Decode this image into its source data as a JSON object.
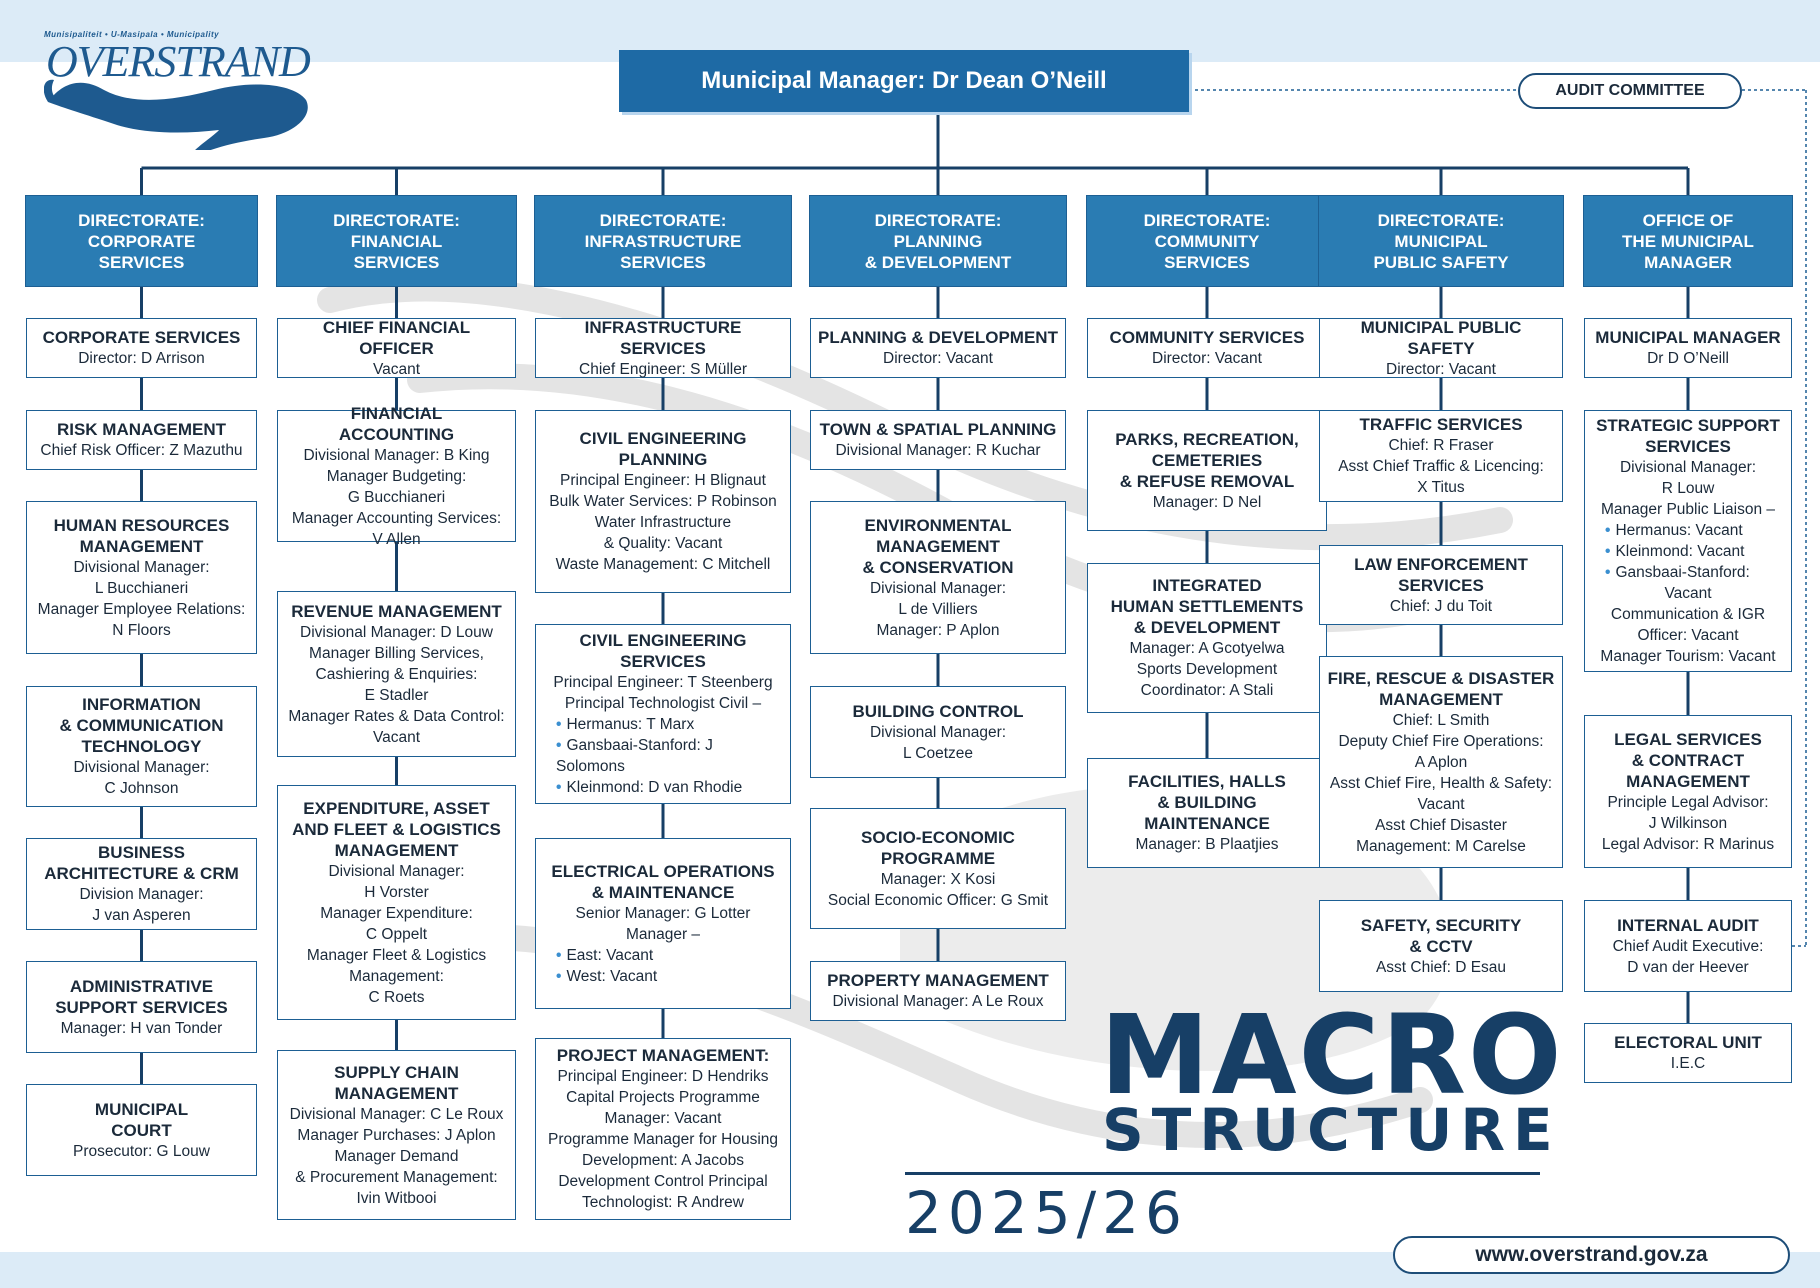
{
  "logo": {
    "tagline": "Munisipaliteit • U-Masipala • Municipality",
    "name": "OVERSTRAND"
  },
  "municipal_manager": "Municipal Manager: Dr Dean O’Neill",
  "audit_committee": "AUDIT COMMITTEE",
  "website": "www.overstrand.gov.za",
  "title": {
    "line1": "MACRO",
    "line2": "STRUCTURE",
    "year": "2025/26"
  },
  "colors": {
    "primary": "#2a7cb3",
    "dark": "#1e6aa5",
    "border": "#1d5f93",
    "title": "#173f66",
    "background_band": "#dcebf7"
  },
  "columns": [
    {
      "header": [
        "DIRECTORATE:",
        "CORPORATE",
        "SERVICES"
      ],
      "boxes": [
        {
          "title": [
            "CORPORATE SERVICES"
          ],
          "lines": [
            "Director: D Arrison"
          ]
        },
        {
          "title": [
            "RISK MANAGEMENT"
          ],
          "lines": [
            "Chief Risk Officer: Z Mazuthu"
          ]
        },
        {
          "title": [
            "HUMAN RESOURCES",
            "MANAGEMENT"
          ],
          "lines": [
            "Divisional Manager:",
            "L Bucchianeri",
            "Manager Employee Relations:",
            "N Floors"
          ]
        },
        {
          "title": [
            "INFORMATION",
            "& COMMUNICATION",
            "TECHNOLOGY"
          ],
          "lines": [
            "Divisional Manager:",
            "C Johnson"
          ]
        },
        {
          "title": [
            "BUSINESS",
            "ARCHITECTURE & CRM"
          ],
          "lines": [
            "Division Manager:",
            "J van Asperen"
          ]
        },
        {
          "title": [
            "ADMINISTRATIVE",
            "SUPPORT SERVICES"
          ],
          "lines": [
            "Manager: H van Tonder"
          ]
        },
        {
          "title": [
            "MUNICIPAL",
            "COURT"
          ],
          "lines": [
            "Prosecutor: G Louw"
          ]
        }
      ]
    },
    {
      "header": [
        "DIRECTORATE:",
        "FINANCIAL",
        "SERVICES"
      ],
      "boxes": [
        {
          "title": [
            "CHIEF FINANCIAL OFFICER"
          ],
          "lines": [
            "Vacant"
          ]
        },
        {
          "title": [
            "FINANCIAL",
            "ACCOUNTING"
          ],
          "lines": [
            "Divisional Manager: B King",
            "Manager Budgeting:",
            "G Bucchianeri",
            "Manager Accounting Services:",
            "V Allen"
          ]
        },
        {
          "title": [
            "REVENUE MANAGEMENT"
          ],
          "lines": [
            "Divisional Manager: D Louw",
            "Manager Billing Services,",
            "Cashiering & Enquiries:",
            "E Stadler",
            "Manager Rates & Data Control:",
            "Vacant"
          ]
        },
        {
          "title": [
            "EXPENDITURE, ASSET",
            "AND FLEET & LOGISTICS",
            "MANAGEMENT"
          ],
          "lines": [
            "Divisional Manager:",
            "H Vorster",
            "Manager Expenditure:",
            "C Oppelt",
            "Manager Fleet & Logistics",
            "Management:",
            "C Roets"
          ]
        },
        {
          "title": [
            "SUPPLY CHAIN",
            "MANAGEMENT"
          ],
          "lines": [
            "Divisional Manager: C Le Roux",
            "Manager Purchases: J Aplon",
            "Manager Demand",
            "& Procurement Management:",
            "Ivin Witbooi"
          ]
        }
      ]
    },
    {
      "header": [
        "DIRECTORATE:",
        "INFRASTRUCTURE",
        "SERVICES"
      ],
      "boxes": [
        {
          "title": [
            "INFRASTRUCTURE SERVICES"
          ],
          "lines": [
            "Chief Engineer: S Müller"
          ]
        },
        {
          "title": [
            "CIVIL ENGINEERING",
            "PLANNING"
          ],
          "lines": [
            "Principal Engineer: H Blignaut",
            "Bulk Water Services: P Robinson",
            "Water Infrastructure",
            "& Quality: Vacant",
            "Waste Management: C Mitchell"
          ]
        },
        {
          "title": [
            "CIVIL ENGINEERING",
            "SERVICES"
          ],
          "lines": [
            "Principal Engineer: T Steenberg",
            "Principal Technologist Civil –"
          ],
          "bullets": [
            "Hermanus: T Marx",
            "Gansbaai-Stanford: J Solomons",
            "Kleinmond: D van Rhodie"
          ]
        },
        {
          "title": [
            "ELECTRICAL OPERATIONS",
            "& MAINTENANCE"
          ],
          "lines": [
            "Senior Manager: G Lotter",
            "Manager –"
          ],
          "bullets": [
            "East: Vacant",
            "West: Vacant"
          ]
        },
        {
          "title": [
            "PROJECT MANAGEMENT:"
          ],
          "lines": [
            "Principal Engineer: D Hendriks",
            "Capital Projects Programme",
            "Manager: Vacant",
            "Programme Manager for Housing",
            "Development: A Jacobs",
            "Development Control Principal",
            "Technologist: R Andrew"
          ]
        }
      ]
    },
    {
      "header": [
        "DIRECTORATE:",
        "PLANNING",
        "& DEVELOPMENT"
      ],
      "boxes": [
        {
          "title": [
            "PLANNING & DEVELOPMENT"
          ],
          "lines": [
            "Director: Vacant"
          ]
        },
        {
          "title": [
            "TOWN & SPATIAL PLANNING"
          ],
          "lines": [
            "Divisional Manager: R Kuchar"
          ]
        },
        {
          "title": [
            "ENVIRONMENTAL",
            "MANAGEMENT",
            "& CONSERVATION"
          ],
          "lines": [
            "Divisional Manager:",
            "L de Villiers",
            "Manager: P Aplon"
          ]
        },
        {
          "title": [
            "BUILDING CONTROL"
          ],
          "lines": [
            "Divisional Manager:",
            "L Coetzee"
          ]
        },
        {
          "title": [
            "SOCIO-ECONOMIC",
            "PROGRAMME"
          ],
          "lines": [
            "Manager: X Kosi",
            "Social Economic Officer: G Smit"
          ]
        },
        {
          "title": [
            "PROPERTY MANAGEMENT"
          ],
          "lines": [
            "Divisional Manager: A Le Roux"
          ]
        }
      ]
    },
    {
      "header": [
        "DIRECTORATE:",
        "COMMUNITY",
        "SERVICES"
      ],
      "boxes": [
        {
          "title": [
            "COMMUNITY SERVICES"
          ],
          "lines": [
            "Director: Vacant"
          ]
        },
        {
          "title": [
            "PARKS, RECREATION,",
            "CEMETERIES",
            "& REFUSE REMOVAL"
          ],
          "lines": [
            "Manager: D Nel"
          ]
        },
        {
          "title": [
            "INTEGRATED",
            "HUMAN SETTLEMENTS",
            "& DEVELOPMENT"
          ],
          "lines": [
            "Manager: A Gcotyelwa",
            "Sports Development",
            "Coordinator: A Stali"
          ]
        },
        {
          "title": [
            "FACILITIES, HALLS",
            "& BUILDING",
            "MAINTENANCE"
          ],
          "lines": [
            "Manager: B Plaatjies"
          ]
        }
      ]
    },
    {
      "header": [
        "DIRECTORATE:",
        "MUNICIPAL",
        "PUBLIC SAFETY"
      ],
      "boxes": [
        {
          "title": [
            "MUNICIPAL PUBLIC SAFETY"
          ],
          "lines": [
            "Director: Vacant"
          ]
        },
        {
          "title": [
            "TRAFFIC SERVICES"
          ],
          "lines": [
            "Chief: R Fraser",
            "Asst Chief Traffic & Licencing:",
            "X Titus"
          ]
        },
        {
          "title": [
            "LAW ENFORCEMENT",
            "SERVICES"
          ],
          "lines": [
            "Chief: J du Toit"
          ]
        },
        {
          "title": [
            "FIRE, RESCUE & DISASTER",
            "MANAGEMENT"
          ],
          "lines": [
            "Chief: L Smith",
            "Deputy Chief Fire Operations:",
            "A Aplon",
            "Asst Chief Fire, Health & Safety:",
            "Vacant",
            "Asst Chief Disaster",
            "Management: M Carelse"
          ]
        },
        {
          "title": [
            "SAFETY, SECURITY",
            "& CCTV"
          ],
          "lines": [
            "Asst Chief: D Esau"
          ]
        }
      ]
    },
    {
      "header": [
        "OFFICE OF",
        "THE MUNICIPAL",
        "MANAGER"
      ],
      "boxes": [
        {
          "title": [
            "MUNICIPAL MANAGER"
          ],
          "lines": [
            "Dr D O’Neill"
          ]
        },
        {
          "title": [
            "STRATEGIC SUPPORT",
            "SERVICES"
          ],
          "lines": [
            "Divisional Manager:",
            "R Louw",
            "Manager Public Liaison –"
          ],
          "bullets": [
            "Hermanus: Vacant",
            "Kleinmond: Vacant",
            "Gansbaai-Stanford:"
          ],
          "after": [
            "Vacant",
            "Communication & IGR",
            "Officer: Vacant",
            "Manager Tourism: Vacant"
          ]
        },
        {
          "title": [
            "LEGAL SERVICES",
            "& CONTRACT",
            "MANAGEMENT"
          ],
          "lines": [
            "Principle Legal Advisor:",
            "J Wilkinson",
            "Legal Advisor: R Marinus"
          ]
        },
        {
          "title": [
            "INTERNAL AUDIT"
          ],
          "lines": [
            "Chief Audit Executive:",
            "D van der Heever"
          ]
        },
        {
          "title": [
            "ELECTORAL UNIT"
          ],
          "lines": [
            "I.E.C"
          ]
        }
      ]
    }
  ]
}
